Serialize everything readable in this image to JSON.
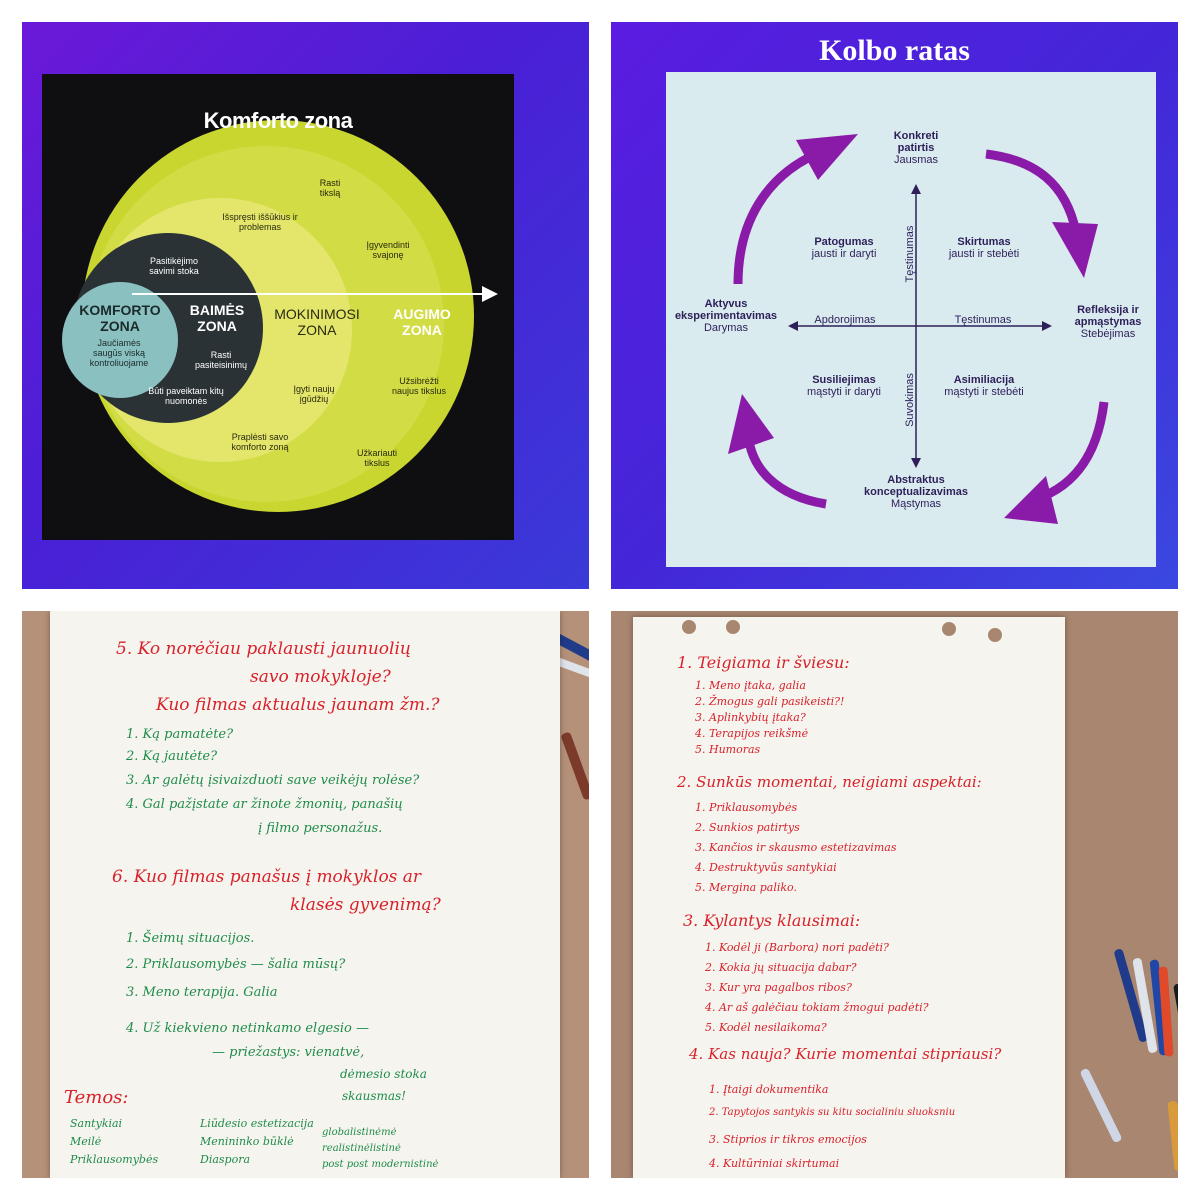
{
  "panel_comfort": {
    "title": "Komforto zona",
    "zones": {
      "komfort": "KOMFORTO ZONA",
      "komfort_sub": "Jaučiamės saugūs viską kontroliuojame",
      "baimes": "BAIMĖS ZONA",
      "mokinimosi": "MOKINIMOSI ZONA",
      "augimo": "AUGIMO ZONA"
    },
    "notes": {
      "pasitikejimo": "Pasitikėjimo savimi stoka",
      "rasti_pasiteisinimu": "Rasti pasiteisinimų",
      "buti_paveiktam": "Būti paveiktam kitų nuomonės",
      "isspresti": "Išspręsti iššūkius ir problemas",
      "igyti": "Įgyti naujų įgūdžių",
      "praplesti": "Praplėsti savo komforto zoną",
      "rasti_tiksla": "Rasti tikslą",
      "igyvendinti": "Įgyvendinti svajonę",
      "uzsibrezti": "Užsibrėžti naujus tikslus",
      "uzkariauti": "Užkariauti tikslus"
    },
    "colors": {
      "outer": "#c8d62f",
      "middle": "#e3e66a",
      "fear": "#2a3236",
      "comfort": "#8ac0c0"
    }
  },
  "panel_kolb": {
    "title": "Kolbo ratas",
    "stages": {
      "top_a": "Konkreti",
      "top_b": "patirtis",
      "top_c": "Jausmas",
      "right_a": "Refleksija ir",
      "right_b": "apmąstymas",
      "right_c": "Stebėjimas",
      "bottom_a": "Abstraktus",
      "bottom_b": "konceptualizavimas",
      "bottom_c": "Mąstymas",
      "left_a": "Aktyvus",
      "left_b": "eksperimentavimas",
      "left_c": "Darymas"
    },
    "quadrants": {
      "tl_a": "Patogumas",
      "tl_b": "jausti ir daryti",
      "tr_a": "Skirtumas",
      "tr_b": "jausti ir stebėti",
      "bl_a": "Susiliejimas",
      "bl_b": "mąstyti ir daryti",
      "br_a": "Asimiliacija",
      "br_b": "mąstyti ir stebėti"
    },
    "axes": {
      "top": "Tęstinumas",
      "bottom": "Suvokimas",
      "left": "Apdorojimas",
      "right": "Tęstinumas"
    },
    "colors": {
      "arrow": "#8a1aa8",
      "ink": "#2e1f5a"
    }
  },
  "flipchart_left": {
    "q5_a": "5. Ko norėčiau paklausti jaunuolių",
    "q5_b": "savo mokykloje?",
    "q5_c": "Kuo filmas aktualus jaunam žm.?",
    "q5_items": [
      "1. Ką pamatėte?",
      "2. Ką jautėte?",
      "3. Ar galėtų įsivaizduoti save veikėjų rolėse?",
      "4. Gal pažįstate ar žinote žmonių, panašių",
      "į filmo personažus."
    ],
    "q6_a": "6. Kuo filmas panašus į mokyklos ar",
    "q6_b": "klasės gyvenimą?",
    "q6_items": [
      "1. Šeimų situacijos.",
      "2. Priklausomybės — šalia mūsų?",
      "3. Meno terapija. Galia",
      "4. Už kiekvieno netinkamo elgesio —",
      "— priežastys: vienatvė,",
      "dėmesio stoka",
      "skausmas!"
    ],
    "temos_label": "Temos:",
    "temos_col1": [
      "Santykiai",
      "Meilė",
      "Priklausomybės"
    ],
    "temos_col2": [
      "Liūdesio estetizacija",
      "Menininko būklė",
      "Diaspora"
    ],
    "temos_col3": [
      "globalistinėmė",
      "realistinėlistinė",
      "post post modernistinė"
    ]
  },
  "flipchart_right": {
    "s1": "1. Teigiama ir šviesu:",
    "s1_items": [
      "1. Meno įtaka, galia",
      "2. Žmogus gali pasikeisti?!",
      "3. Aplinkybių įtaka?",
      "4. Terapijos reikšmė",
      "5. Humoras"
    ],
    "s2": "2. Sunkūs momentai, neigiami aspektai:",
    "s2_items": [
      "1. Priklausomybės",
      "2. Sunkios patirtys",
      "3. Kančios ir skausmo estetizavimas",
      "4. Destruktyvūs santykiai",
      "5. Mergina paliko."
    ],
    "s3": "3. Kylantys klausimai:",
    "s3_items": [
      "1. Kodėl ji (Barbora) nori padėti?",
      "2. Kokia jų situacija dabar?",
      "3. Kur yra pagalbos ribos?",
      "4. Ar aš galėčiau tokiam žmogui padėti?",
      "5. Kodėl nesilaikoma?"
    ],
    "s4": "4. Kas nauja? Kurie momentai stipriausi?",
    "s4_items": [
      "1. Įtaigi dokumentika",
      "2. Tapytojos santykis su kitu socialiniu sluoksniu",
      "3. Stiprios ir tikros emocijos",
      "4. Kultūriniai skirtumai"
    ]
  }
}
